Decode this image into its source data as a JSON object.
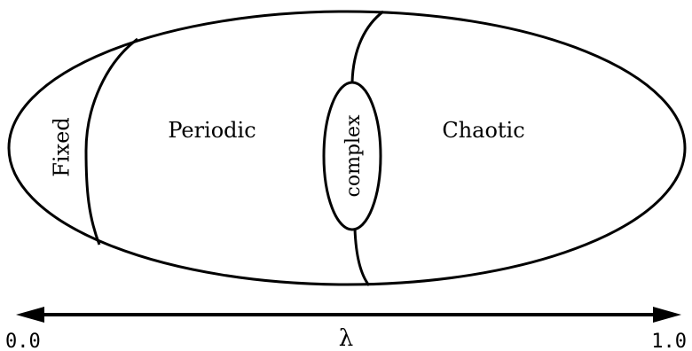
{
  "regions": {
    "fixed": "Fixed",
    "periodic": "Periodic",
    "complex": "complex",
    "chaotic": "Chaotic"
  },
  "axis": {
    "symbol": "λ",
    "min_label": "0.0",
    "max_label": "1.0"
  },
  "colors": {
    "stroke": "#000000",
    "background": "#ffffff"
  }
}
